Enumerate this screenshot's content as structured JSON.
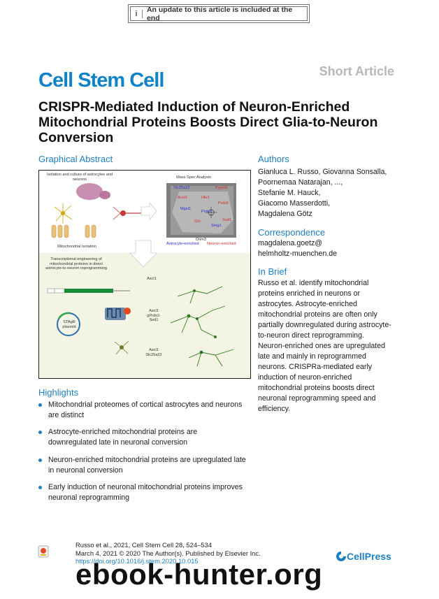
{
  "banner": {
    "icon": "i",
    "text": "An update to this article is included at the end"
  },
  "article_type": "Short Article",
  "journal": "Cell Stem Cell",
  "title_lines": [
    "CRISPR-Mediated Induction of Neuron-Enriched",
    "Mitochondrial Proteins Boosts Direct Glia-to-Neuron",
    "Conversion"
  ],
  "graphical_abstract": {
    "heading": "Graphical Abstract",
    "labels": {
      "isolation": "Isolation and culture of astrocytes and neurons",
      "mass_spec": "Mass Spec Analysis",
      "mito_isolation": "Mitochondrial Isolation",
      "engineering": "Transcriptional engineering of mitochondrial proteins in direct astrocyte-to-neuron reprogramming",
      "plasmid": "STAgR plasmid",
      "ascl1": "Ascl1",
      "ascl1_prdx": "Ascl1 gPrdx2-Sod1",
      "ascl1_slc": "Ascl1 Slc25a22",
      "legend_astro": "Astrocyte-enriched",
      "legend_neuron": "Neuron-enriched",
      "proteins": [
        "Slc25a22",
        "Pygm6",
        "Acot1",
        "Mgst1",
        "Prdx6",
        "Prdx2",
        "Glo",
        "Sod1",
        "Hbr1",
        "Smg1",
        "Dnm3"
      ]
    }
  },
  "authors": {
    "heading": "Authors",
    "lines": [
      "Gianluca L. Russo, Giovanna Sonsalla,",
      "Poornemaa Natarajan, ...,",
      "Stefanie M. Hauck,",
      "Giacomo Masserdotti,",
      "Magdalena Götz"
    ]
  },
  "correspondence": {
    "heading": "Correspondence",
    "lines": [
      "magdalena.goetz@",
      "helmholtz-muenchen.de"
    ]
  },
  "in_brief": {
    "heading": "In Brief",
    "lines": [
      "Russo et al. identify mitochondrial",
      "proteins enriched in neurons or",
      "astrocytes. Astrocyte-enriched",
      "mitochondrial proteins are often only",
      "partially downregulated during astrocyte-",
      "to-neuron direct reprogramming.",
      "Neuron-enriched ones are upregulated",
      "late and mainly in reprogrammed",
      "neurons. CRISPRa-mediated early",
      "induction of neuron-enriched",
      "mitochondrial proteins boosts direct",
      "neuronal reprogramming speed and",
      "efficiency."
    ]
  },
  "highlights": {
    "heading": "Highlights",
    "items": [
      [
        "Mitochondrial proteomes of cortical astrocytes and neurons",
        "are distinct"
      ],
      [
        "Astrocyte-enriched mitochondrial proteins are",
        "downregulated late in neuronal conversion"
      ],
      [
        "Neuron-enriched mitochondrial proteins are upregulated late",
        "in neuronal conversion"
      ],
      [
        "Early induction of neuronal mitochondrial proteins improves",
        "neuronal reprogramming"
      ]
    ]
  },
  "footer": {
    "line1": "Russo et al., 2021, Cell Stem Cell 28, 524–534",
    "line2": "March 4, 2021 © 2020 The Author(s). Published by Elsevier Inc.",
    "doi": "https://doi.org/10.1016/j.stem.2020.10.015"
  },
  "cellpress": "CellPress",
  "watermark": "ebook-hunter.org",
  "colors": {
    "accent": "#1e7fc2",
    "journal": "#0f82c8",
    "astro": "#2b2bd6",
    "neuron": "#d12d2d"
  }
}
